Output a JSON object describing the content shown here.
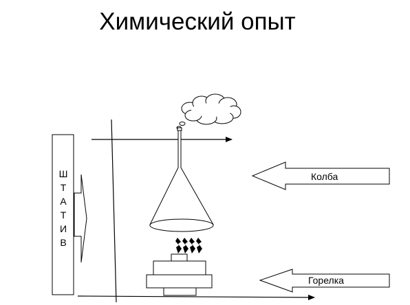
{
  "title": "Химический опыт",
  "stand": {
    "letters": [
      "Ш",
      "Т",
      "А",
      "Т",
      "И",
      "В"
    ]
  },
  "callouts": {
    "flask": "Колба",
    "burner": "Горелка"
  },
  "icons": {
    "cloud": "cloud-icon",
    "flame": "flame-icon"
  }
}
